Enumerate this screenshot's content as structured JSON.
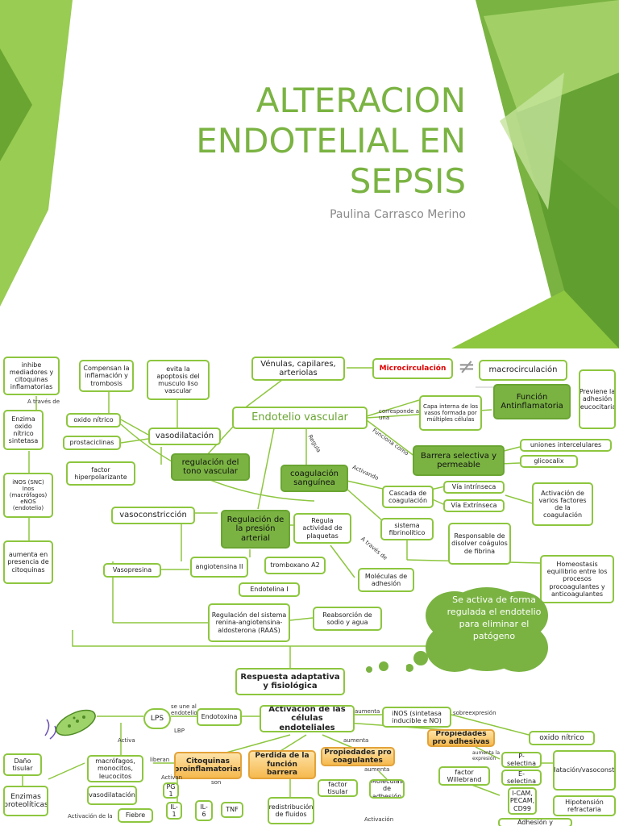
{
  "slide1": {
    "title": "ALTERACION ENDOTELIAL EN SEPSIS",
    "subtitle": "Paulina Carrasco Merino"
  },
  "map1": {
    "nodes": [
      {
        "id": "inhibe",
        "text": "inhibe mediadores y citoquinas inflamatorias"
      },
      {
        "id": "compensan",
        "text": "Compensan la inflamación y trombosis"
      },
      {
        "id": "evita",
        "text": "evita la apoptosis del musculo liso vascular"
      },
      {
        "id": "venulas",
        "text": "Vénulas, capilares, arteriolas"
      },
      {
        "id": "microcirculacion",
        "text": "Microcirculación"
      },
      {
        "id": "macrocirculacion",
        "text": "macrocirculación"
      },
      {
        "id": "previene",
        "text": "Previene la adhesión leucocitaria"
      },
      {
        "id": "enzima",
        "text": "Enzima oxido nítrico sintetasa"
      },
      {
        "id": "oxido",
        "text": "oxido nítrico"
      },
      {
        "id": "vasodilatacion",
        "text": "vasodilatación"
      },
      {
        "id": "endotelio",
        "text": "Endotelio vascular"
      },
      {
        "id": "funcion_antiinf",
        "text": "Función Antinflamatoria"
      },
      {
        "id": "capa",
        "text": "Capa interna de los vasos formada por múltiples células"
      },
      {
        "id": "prostaciclinas",
        "text": "prostaciclinas"
      },
      {
        "id": "barrera",
        "text": "Barrera selectiva y permeable"
      },
      {
        "id": "uniones",
        "text": "uniones intercelulares"
      },
      {
        "id": "glicocalix",
        "text": "glicocalix"
      },
      {
        "id": "factor_hiper",
        "text": "factor hiperpolarizante"
      },
      {
        "id": "regulacion_tono",
        "text": "regulación del tono vascular"
      },
      {
        "id": "coagulacion",
        "text": "coagulación sanguínea"
      },
      {
        "id": "via_intr",
        "text": "Vía intrínseca"
      },
      {
        "id": "via_extr",
        "text": "Vía Extrínseca"
      },
      {
        "id": "cascada",
        "text": "Cascada de coagulación"
      },
      {
        "id": "activacion_varios",
        "text": "Activación de varios factores de la coagulación"
      },
      {
        "id": "inos",
        "text": "iNOS (SNC) Inos (macrófagos) eNOS (endotelio)"
      },
      {
        "id": "vasoconstriccion",
        "text": "vasoconstricción"
      },
      {
        "id": "regulacion_presion",
        "text": "Regulación de la presión arterial"
      },
      {
        "id": "regula_plaquetas",
        "text": "Regula actividad de plaquetas"
      },
      {
        "id": "sistema_fibri",
        "text": "sistema fibrinolitico"
      },
      {
        "id": "responsable",
        "text": "Responsable de disolver coágulos de fibrina"
      },
      {
        "id": "aumenta",
        "text": "aumenta en presencia de citoquinas"
      },
      {
        "id": "homeostasis",
        "text": "Homeostasis equilibrio entre los procesos procoagulantes y anticoagulantes"
      },
      {
        "id": "vasopresina",
        "text": "Vasopresina"
      },
      {
        "id": "angiotensina",
        "text": "angiotensina II"
      },
      {
        "id": "tromboxano",
        "text": "tromboxano A2"
      },
      {
        "id": "moleculas",
        "text": "Moléculas de adhesión"
      },
      {
        "id": "endotelina",
        "text": "Endotelina I"
      },
      {
        "id": "raas",
        "text": "Regulación del sistema renina-angiotensina-aldosterona (RAAS)"
      },
      {
        "id": "reabsorcion",
        "text": "Reabsorción de sodio y agua"
      },
      {
        "id": "respuesta",
        "text": "Respuesta adaptativa y fisiológica"
      }
    ],
    "labels": {
      "a_traves": "A través de",
      "corresponde": "corresponde a una",
      "regula": "Regula",
      "funciona": "Funciona como",
      "activando": "Activando",
      "a_traves2": "A través de"
    },
    "cloud": "Se activa de forma regulada el endotelio para eliminar el patógeno",
    "neq": "≠"
  },
  "map2": {
    "nodes": [
      {
        "id": "lps",
        "text": "LPS"
      },
      {
        "id": "endotoxina",
        "text": "Endotoxina"
      },
      {
        "id": "activacion_cel",
        "text": "Activación de las células endoteliales"
      },
      {
        "id": "inos2",
        "text": "iNOS (sintetasa inducible e NO)"
      },
      {
        "id": "oxido2",
        "text": "oxido nítrico"
      },
      {
        "id": "dano",
        "text": "Daño tisular"
      },
      {
        "id": "macrofagos",
        "text": "macrófagos, monocitos, leucocitos"
      },
      {
        "id": "citoquinas",
        "text": "Citoquinas proinflamatorias"
      },
      {
        "id": "perdida",
        "text": "Perdida de la función barrera"
      },
      {
        "id": "procoag",
        "text": "Propiedades pro coagulantes"
      },
      {
        "id": "proadh",
        "text": "Propiedades pro adhesivas"
      },
      {
        "id": "p_sel",
        "text": "P-selectina"
      },
      {
        "id": "e_sel",
        "text": "E-selectina"
      },
      {
        "id": "vaso_constr",
        "text": "Vasodilatación/vasoconstricción"
      },
      {
        "id": "enzimas",
        "text": "Enzimas proteolíticas"
      },
      {
        "id": "vasodil2",
        "text": "vasodilatación"
      },
      {
        "id": "pg1",
        "text": "PG 1"
      },
      {
        "id": "fwill",
        "text": "factor Willebrand"
      },
      {
        "id": "ftis",
        "text": "factor tisular"
      },
      {
        "id": "mol_adh",
        "text": "Moleculas de adhesión"
      },
      {
        "id": "icam",
        "text": "I-CAM, PECAM, CD99"
      },
      {
        "id": "hipo",
        "text": "Hipotensión refractaria"
      },
      {
        "id": "fiebre",
        "text": "Fiebre"
      },
      {
        "id": "il1",
        "text": "IL-1"
      },
      {
        "id": "il6",
        "text": "IL-6"
      },
      {
        "id": "tnf",
        "text": "TNF"
      },
      {
        "id": "redis",
        "text": "redistribución de fluidos"
      },
      {
        "id": "activ_dela",
        "text": "Activación de la"
      },
      {
        "id": "activ2",
        "text": "Activación"
      },
      {
        "id": "adh_y",
        "text": "Adhesión y"
      }
    ],
    "labels": {
      "se_une": "se une al endotelio",
      "lbp": "LBP",
      "activa": "Activa",
      "liberan": "liberan",
      "activan": "Activan",
      "son": "son",
      "aumenta1": "aumenta",
      "aumenta2": "aumenta",
      "aumenta3": "aumenta",
      "sobreexp": "sobreexpresión",
      "aumenta_exp": "aumenta la expresión"
    }
  }
}
